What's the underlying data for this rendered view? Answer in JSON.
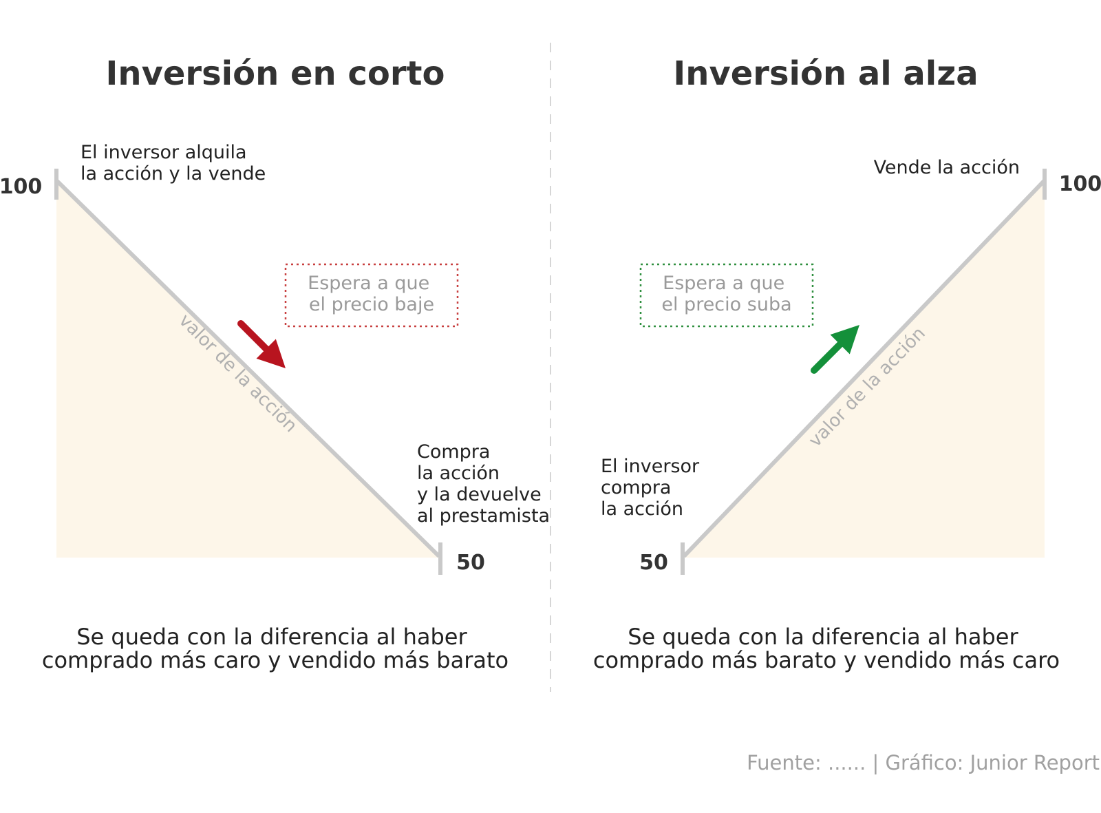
{
  "colors": {
    "fill_area": "#fdf6e9",
    "price_line": "#c9c9c9",
    "divider": "#d6d6d6",
    "down_arrow": "#b8141f",
    "up_arrow": "#14903a",
    "box_short_border": "#c84040",
    "box_long_border": "#2f8f3f"
  },
  "icons": {
    "down_arrow": "arrow-down-right-icon",
    "up_arrow": "arrow-up-right-icon"
  },
  "short": {
    "title": "Inversión en corto",
    "start_label": [
      "El inversor alquila",
      "la acción y la vende"
    ],
    "start_value": "100",
    "box_text": [
      "Espera a que",
      "el precio baje"
    ],
    "line_label": "valor de la acción",
    "end_label": [
      "Compra",
      "la acción",
      "y la devuelve",
      "al prestamista"
    ],
    "end_value": "50",
    "summary": [
      "Se queda con la diferencia al haber",
      "comprado más caro y vendido más barato"
    ]
  },
  "long": {
    "title": "Inversión al alza",
    "end_label": [
      "Vende la acción"
    ],
    "end_value": "100",
    "box_text": [
      "Espera a que",
      "el precio suba"
    ],
    "line_label": "valor de la acción",
    "start_label": [
      "El inversor",
      "compra",
      "la acción"
    ],
    "start_value": "50",
    "summary": [
      "Se queda con la diferencia al haber",
      "comprado más barato y vendido más caro"
    ]
  },
  "footer": "Fuente: ...... | Gráfico: Junior Report"
}
